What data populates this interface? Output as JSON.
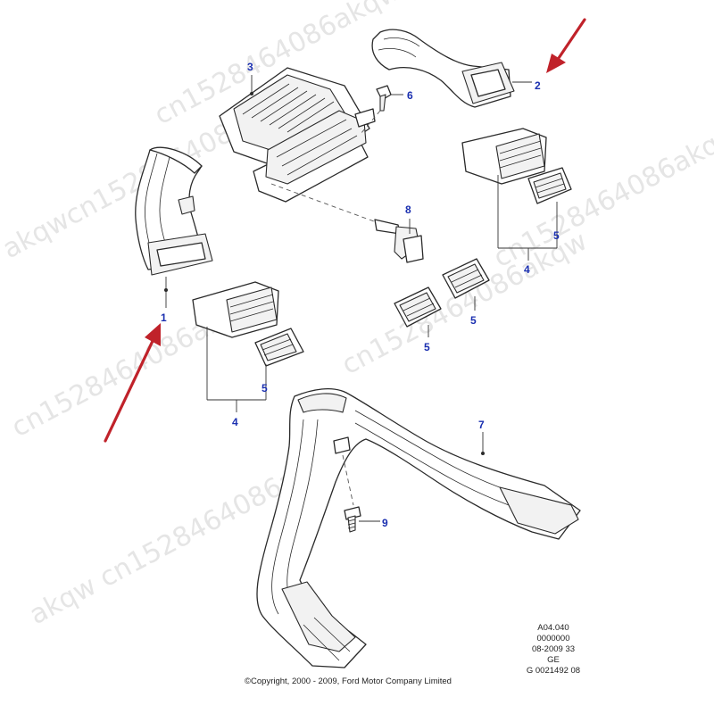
{
  "diagram": {
    "callouts": {
      "c1": "1",
      "c2": "2",
      "c3": "3",
      "c4a": "4",
      "c4b": "4",
      "c5a": "5",
      "c5b": "5",
      "c5c": "5",
      "c5d": "5",
      "c6": "6",
      "c7": "7",
      "c8": "8",
      "c9": "9"
    },
    "watermark": {
      "line1": "cn1528464086akqw",
      "line2": "cn1528464086akqw",
      "line3": "akqwcn1528464086",
      "line4": "cn1528464086akqw",
      "line5": "akqw cn1528464086akqw",
      "line6": "cn1528464086akqw"
    },
    "colors": {
      "callout": "#1a2fb0",
      "arrow": "#c0222a",
      "line": "#2a2a2a"
    }
  },
  "footer": {
    "ref_lines": [
      "A04.040",
      "0000000",
      "08-2009 33",
      "GE",
      "G 0021492 08"
    ],
    "copyright": "©Copyright, 2000 - 2009, Ford Motor Company Limited"
  }
}
